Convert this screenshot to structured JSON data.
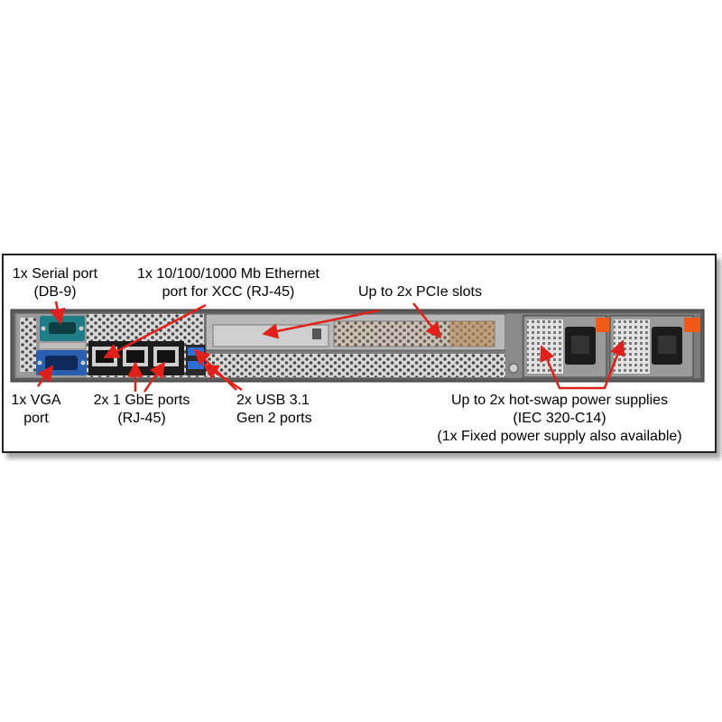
{
  "labels": {
    "serial": [
      "1x Serial port",
      "(DB-9)"
    ],
    "xcc": [
      "1x 10/100/1000 Mb Ethernet",
      "port for XCC (RJ-45)"
    ],
    "pcie": "Up to 2x PCIe slots",
    "vga": [
      "1x VGA",
      "port"
    ],
    "gbe": [
      "2x 1 GbE ports",
      "(RJ-45)"
    ],
    "usb": [
      "2x USB 3.1",
      "Gen 2 ports"
    ],
    "psu": [
      "Up to 2x hot-swap power supplies",
      "(IEC 320-C14)",
      "(1x Fixed power supply also available)"
    ]
  },
  "colors": {
    "arrow": "#e0201a",
    "serial_port": "#1f7d85",
    "vga_port": "#2a5fb0",
    "usb_port": "#2b6fd6",
    "psu_tab": "#f05a18",
    "chassis": "#5a5a5a"
  }
}
